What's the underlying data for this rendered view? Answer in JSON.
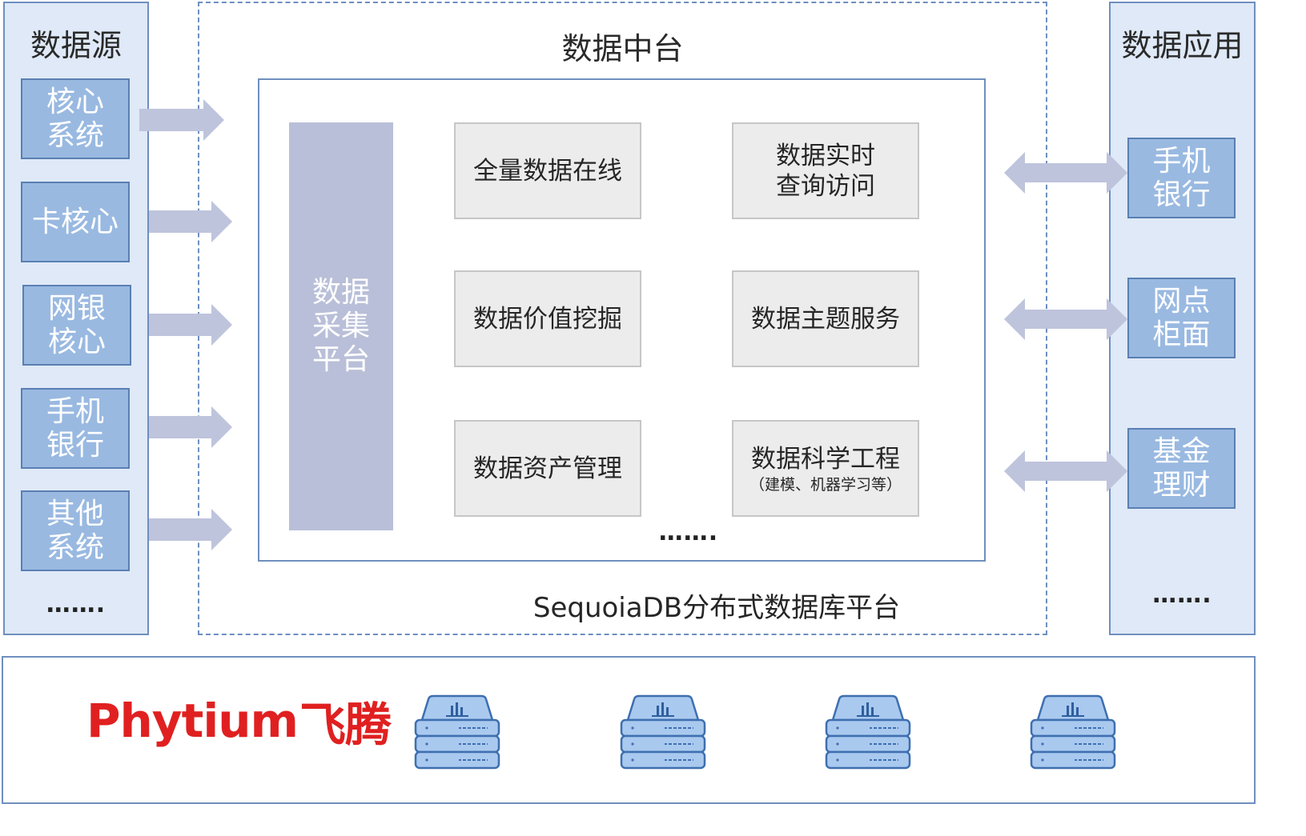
{
  "left_panel": {
    "title": "数据源",
    "items": [
      {
        "label": "核心\n系统"
      },
      {
        "label": "卡核心"
      },
      {
        "label": "网银\n核心"
      },
      {
        "label": "手机\n银行"
      },
      {
        "label": "其他\n系统"
      }
    ],
    "ellipsis": "……."
  },
  "middle_panel": {
    "title": "数据中台",
    "collect_platform": "数据\n采集\n平台",
    "functions": [
      {
        "label": "全量数据在线",
        "sub": ""
      },
      {
        "label": "数据实时\n查询访问",
        "sub": ""
      },
      {
        "label": "数据价值挖掘",
        "sub": ""
      },
      {
        "label": "数据主题服务",
        "sub": ""
      },
      {
        "label": "数据资产管理",
        "sub": ""
      },
      {
        "label": "数据科学工程",
        "sub": "（建模、机器学习等）"
      }
    ],
    "ellipsis": "…….",
    "footer": "SequoiaDB分布式数据库平台"
  },
  "right_panel": {
    "title": "数据应用",
    "items": [
      {
        "label": "手机\n银行"
      },
      {
        "label": "网点\n柜面"
      },
      {
        "label": "基金\n理财"
      }
    ],
    "ellipsis": "……."
  },
  "bottom_panel": {
    "brand_latin": "Phytium",
    "brand_cn": "飞腾",
    "server_icons": [
      "server-icon",
      "server-icon",
      "server-icon",
      "server-icon"
    ]
  },
  "colors": {
    "panel_fill": "#dfe9f7",
    "panel_border": "#6f8fbf",
    "source_box": "#99b9e1",
    "collect_box": "#b9bfd8",
    "function_box": "#ececec",
    "arrow": "#bec4dc",
    "brand_red": "#e02020"
  }
}
